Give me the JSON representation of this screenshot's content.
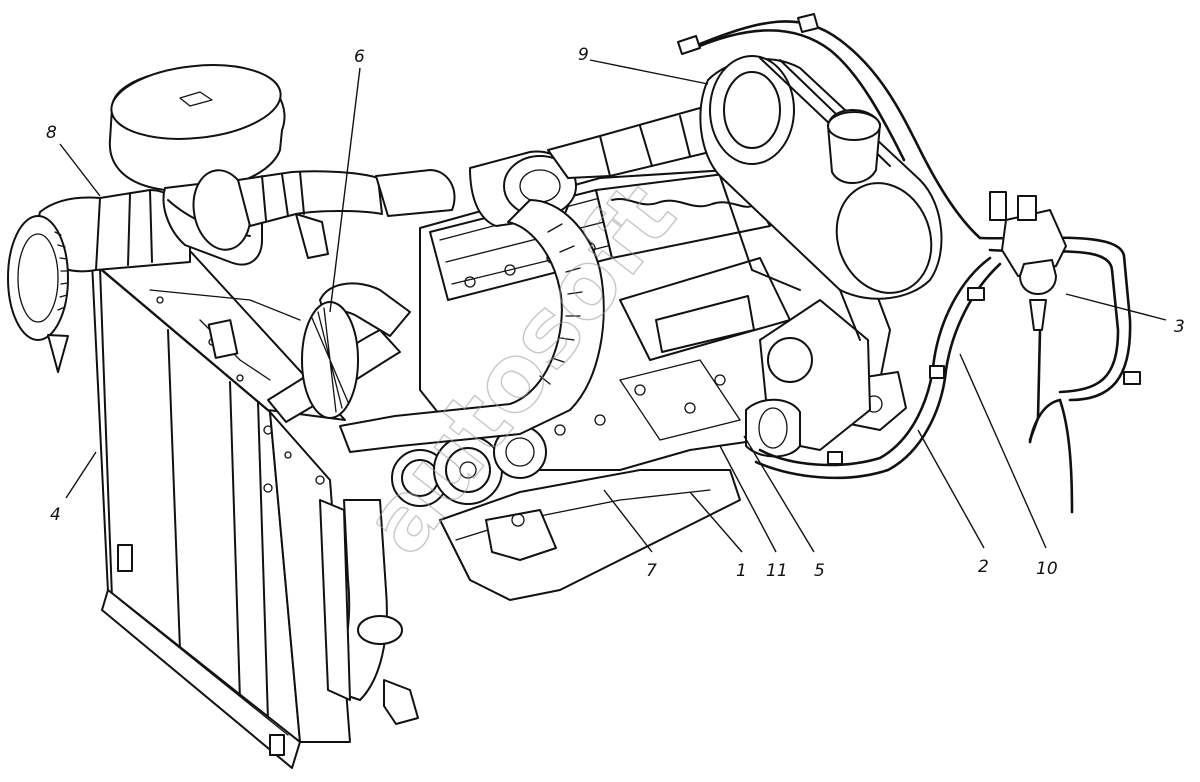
{
  "diagram": {
    "callouts": [
      {
        "id": "1",
        "label": "1"
      },
      {
        "id": "2",
        "label": "2"
      },
      {
        "id": "3",
        "label": "3"
      },
      {
        "id": "4",
        "label": "4"
      },
      {
        "id": "5",
        "label": "5"
      },
      {
        "id": "6",
        "label": "6"
      },
      {
        "id": "7",
        "label": "7"
      },
      {
        "id": "8",
        "label": "8"
      },
      {
        "id": "9",
        "label": "9"
      },
      {
        "id": "10",
        "label": "10"
      },
      {
        "id": "11",
        "label": "11"
      }
    ],
    "watermark": "autosoft"
  }
}
